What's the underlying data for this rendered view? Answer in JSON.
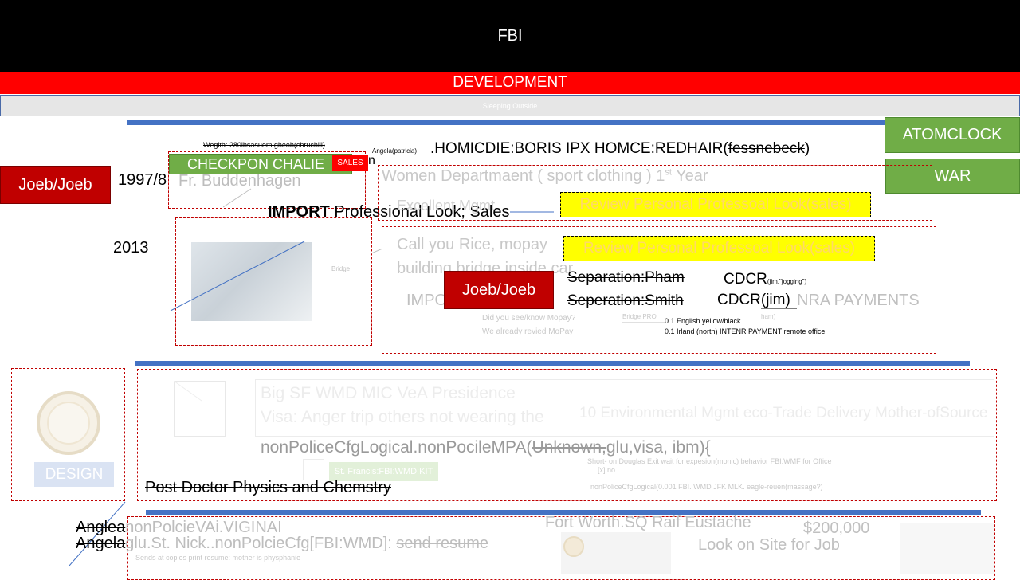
{
  "header": {
    "title": "FBI"
  },
  "dev_bar": {
    "label": "DEVELOPMENT"
  },
  "sleep_bar": {
    "label": "Sleeping Outside"
  },
  "right_buttons": {
    "atomclock": "ATOMCLOCK",
    "war": "WAR"
  },
  "left": {
    "joeb_button": "Joeb/Joeb",
    "year_1997": "1997/8",
    "year_2013": "2013"
  },
  "top_notes": {
    "weight_note": "Wegith: 280lbsasuem:gheob(chruchill)",
    "trailing_n": "n",
    "angela_small": "Angela(patricia)",
    "homicide_line": ".HOMICDIE:BORIS IPX HOMCE:REDHAIR(",
    "homicide_strike": "fessnebeck",
    "homicide_close": ")"
  },
  "checkpoint": {
    "label": "CHECKPON CHALIE",
    "sales_badge": "SALES",
    "fr": "Fr. Buddenhagen"
  },
  "import_line": {
    "bold": "IMPORT",
    "rest": " Professional Look; Sales"
  },
  "women_dept": {
    "title": "Women Departmaent ( sport clothing ) 1",
    "sup": "st",
    "year": " Year",
    "subtitle": "Excellent Mgmt"
  },
  "review_1": "Review Personal Professoal Look(sales)",
  "review_2": "Review Personal Professoal Look(sales)",
  "photo_label": "Bridge",
  "call_box": {
    "line1": "Call you Rice, mopay",
    "line2": "building bridge inside car",
    "import_faded": "IMPO",
    "intenra": "NRA PAYMENTS",
    "did_you_see": "Did you see/know Mopay?",
    "already": "We already revied MoPay",
    "bridge_small": "Bridge PRO",
    "bridge_small_tail": "ham)"
  },
  "mid_joeb": "Joeb/Joeb",
  "separation": {
    "line1": "Separation:Pham",
    "line2": "Seperation:Smith",
    "cdcr1": "CDCR",
    "cdcr1_sub": "(jim,\"jogging\")",
    "cdcr2": "CDCR(jim)",
    "note1": "0.1 English yellow/black",
    "note2": "0.1 Irland (north) INTENR PAYMENT remote office"
  },
  "design": {
    "label": "DESIGN"
  },
  "policy_box": {
    "faded_line1": "Big SF WMD MIC VeA Presidence",
    "faded_line2": "Visa: Anger trip others not wearing the",
    "right_faded": "10 Environmental Mgmt eco-Trade Delivery Mother-ofSource",
    "code_prefix": "nonPoliceCfgLogical.nonPocileMPA(",
    "code_strike": "Unknown,",
    "code_rest": "glu,visa, ibm){",
    "green_tag": "St. Francis:FBI:WMD:KIT",
    "short_note": "Short- on Douglas Exit wait for expesion(monic) behavior FBI:WMF for Office",
    "short_note2": "[x] no",
    "logical_note": "nonPoliceCfgLogical(0.001 FBI. WMD JFK MLK. eagle-reuen(massage?)",
    "post_doctor": "Post Doctor Physics and Chemstry"
  },
  "bottom": {
    "angela1_strike": "Anglea",
    "angela1_rest": "nonPolcieVAi.VIGINAI",
    "angela2_strike": "Angela",
    "angela2_rest": "glu.St. Nick..nonPolcieCfg[FBI:WMD]: ",
    "angela2_strike_tail": "send resume",
    "small_note": "Sends at copies print resume: mother is physphanie",
    "fort_worth": "Fort Worth.SQ Raif Eustache",
    "salary": "$200,000",
    "look_on_site": "Look on Site for Job"
  }
}
